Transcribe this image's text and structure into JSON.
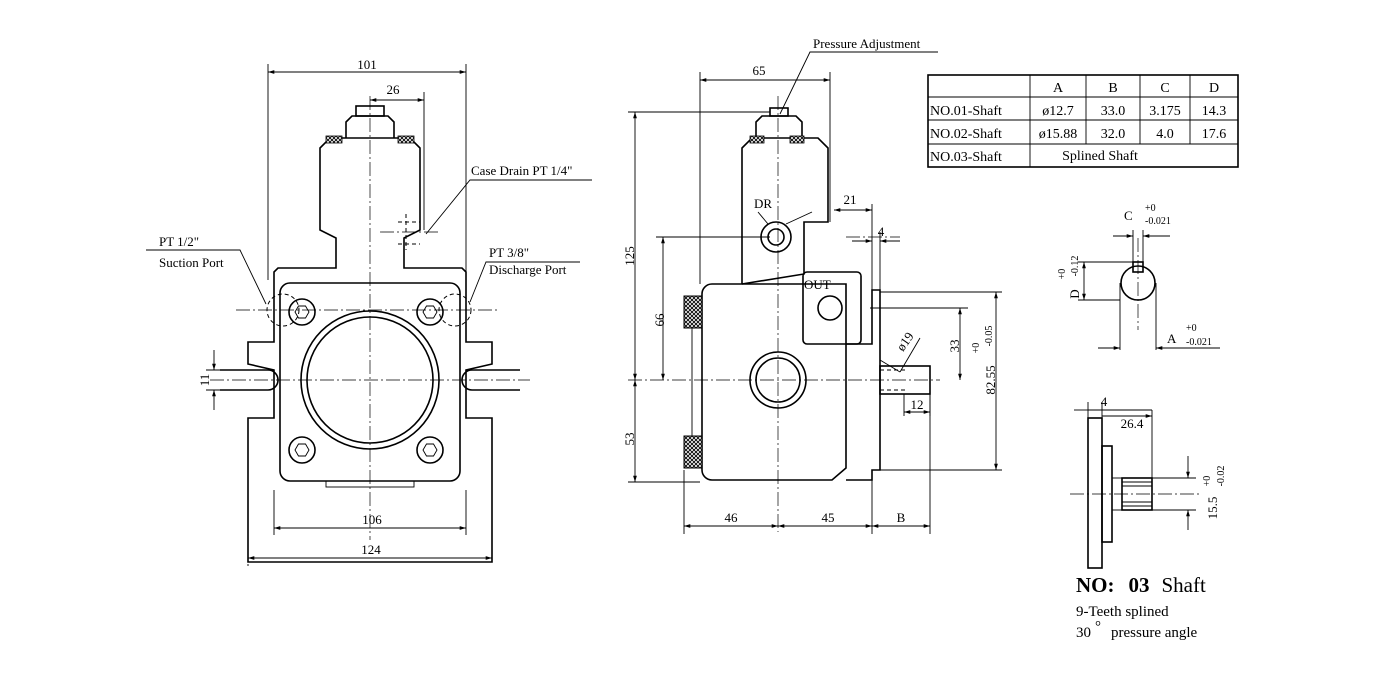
{
  "front_view": {
    "dims": {
      "width_top": "101",
      "offset_top": "26",
      "width_base": "106",
      "width_overall": "124",
      "slot": "11"
    },
    "labels": {
      "case_drain": "Case Drain PT 1/4\"",
      "suction_size": "PT 1/2\"",
      "suction_name": "Suction Port",
      "discharge_size": "PT 3/8\"",
      "discharge_name": "Discharge Port"
    }
  },
  "side_view": {
    "dims": {
      "width_top": "65",
      "height_total": "125",
      "height_upper": "66",
      "height_lower": "53",
      "flange_offset": "21",
      "flange_thickness": "4",
      "bore": "ø19",
      "pilot_half": "33",
      "pilot_dia": "82.55",
      "pilot_tol_upper": "+0",
      "pilot_tol_lower": "-0.05",
      "shaft_len": "12",
      "base_left": "46",
      "base_right": "45",
      "base_shaft": "B"
    },
    "labels": {
      "pressure_adjustment": "Pressure Adjustment",
      "dr": "DR",
      "out": "OUT"
    }
  },
  "shaft_table": {
    "headers": [
      "",
      "A",
      "B",
      "C",
      "D"
    ],
    "rows": [
      [
        "NO.01-Shaft",
        "ø12.7",
        "33.0",
        "3.175",
        "14.3"
      ],
      [
        "NO.02-Shaft",
        "ø15.88",
        "32.0",
        "4.0",
        "17.6"
      ]
    ],
    "row3_label": "NO.03-Shaft",
    "row3_value": "Splined  Shaft"
  },
  "keyed_shaft_detail": {
    "c_label": "C",
    "c_tol_upper": "+0",
    "c_tol_lower": "-0.021",
    "d_label": "D",
    "d_tol_upper": "+0",
    "d_tol_lower": "-0.12",
    "a_label": "A",
    "a_tol_upper": "+0",
    "a_tol_lower": "-0.021"
  },
  "splined_shaft_detail": {
    "dim_flange": "4",
    "dim_length": "26.4",
    "dim_dia": "15.5",
    "dia_tol_upper": "+0",
    "dia_tol_lower": "-0.02",
    "title_prefix": "NO:",
    "title_num": "03",
    "title_suffix": "Shaft",
    "note1": "9-Teeth splined",
    "note2_value": "30",
    "note2_degree": "°",
    "note2_text": "pressure angle"
  }
}
